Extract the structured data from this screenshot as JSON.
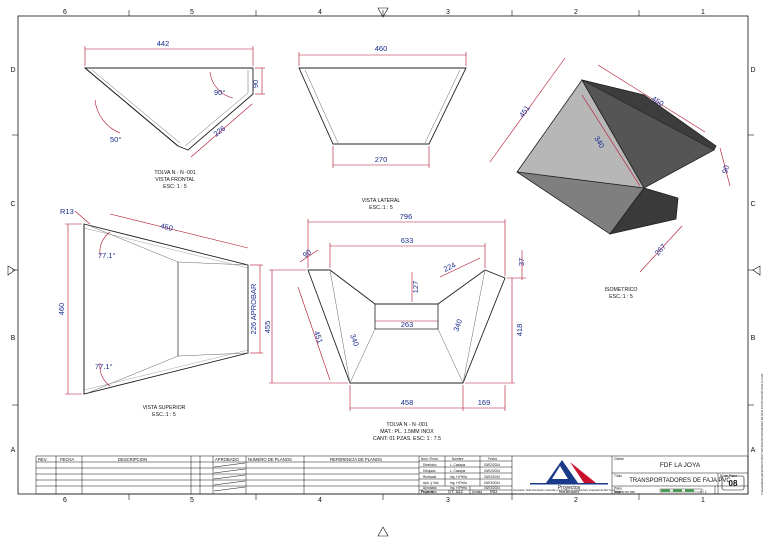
{
  "frame": {
    "top_columns": [
      "6",
      "5",
      "4",
      "3",
      "2",
      "1"
    ],
    "bottom_columns": [
      "6",
      "5",
      "4",
      "3",
      "2",
      "1"
    ],
    "left_rows": [
      "D",
      "C",
      "B",
      "A"
    ],
    "right_rows": [
      "D",
      "C",
      "B",
      "A"
    ]
  },
  "views": {
    "front": {
      "caption": [
        "TOLVA N - N -001",
        "VISTA FRONTAL",
        "ESC: 1 : 5"
      ],
      "dims": {
        "width": "442",
        "height": "90",
        "angle_right": "90°",
        "angle_left": "50°",
        "slant": "226"
      }
    },
    "lateral": {
      "caption": [
        "VISTA LATERAL",
        "ESC.:1 : 5"
      ],
      "dims": {
        "top": "460",
        "bottom": "270"
      }
    },
    "iso": {
      "caption": [
        "ISOMETRICO",
        "ESC.:1 : 5"
      ],
      "dims": {
        "a": "450",
        "b": "451",
        "c": "340",
        "d": "90",
        "e": "267"
      }
    },
    "superior": {
      "caption": [
        "VISTA SUPERIOR",
        "ESC.:1 : 5"
      ],
      "dims": {
        "radius": "R13",
        "top": "450",
        "height": "460",
        "angle_top": "77.1°",
        "angle_bottom": "77.1°",
        "right": "226 APROBAR"
      }
    },
    "flat": {
      "caption": [
        "TOLVA N - N -001",
        "MAT.: PL. 1.5MM INOX",
        "CANT: 01 PZAS.  ESC: 1 : 7.5"
      ],
      "dims": {
        "total": "796",
        "inner": "633",
        "left_small": "90",
        "right_small": "224",
        "right_edge": "37",
        "notch_h": "127",
        "notch_w": "263",
        "left_h": "455",
        "right_h": "418",
        "diag_l": "451",
        "diag_l2": "340",
        "diag_r2": "340",
        "bottom": "458",
        "bottom_r": "169"
      }
    }
  },
  "title_block": {
    "rev_headers": [
      "REV.",
      "FECHA",
      "DESCRIPCION",
      "APROBADO",
      "NUMERO DE PLANOS",
      "REFERENCIA DE PLANOS"
    ],
    "sign_rows": [
      {
        "role": "Diseñado",
        "name": "L. Casapia",
        "date": "03/02/2024"
      },
      {
        "role": "Dibujado",
        "name": "L. Casapia",
        "date": "03/02/2024"
      },
      {
        "role": "Revisado",
        "name": "Ing. H.Peña",
        "date": "03/03/2024"
      },
      {
        "role": "Apb. y Vob.",
        "name": "Ing. H.Peña",
        "date": "03/03/2024"
      },
      {
        "role": "Aprobado",
        "name": "Ing. H.Peña",
        "date": "03/03/2024"
      }
    ],
    "sign_headers": [
      "Nom. Firma",
      "Nombre",
      "Fecha"
    ],
    "ot_label": "Proyecto",
    "ot": "OT: 522",
    "proyeccion_label": "Proyección",
    "unidad_label": "Unidad",
    "unidad": "IND.",
    "logo_text": "Proyectos",
    "logo_sub": "Industriales",
    "notice": "Importante: Toda información contenida en este plano es confidencial y propiedad de A&C S.A.C.",
    "cliente_label": "Cliente",
    "cliente": "FDF LA JOYA",
    "titulo_label": "Título",
    "titulo": "TRANSPORTADORES DE FAJA PVC",
    "plano_label": "Plano",
    "hoja_label": "N° de Plano",
    "sheet_no": "08",
    "hoja": "1 / 1",
    "hoja_label2": "Hoja",
    "modelo_label": "Modelo en mm"
  },
  "side_note": "C:\\Users\\Desktop\\PROYECTOS\\OT 522\\TRANSPORTADORES DE FAJA PVC\\PLANOS\\TOLVA N-N-001"
}
